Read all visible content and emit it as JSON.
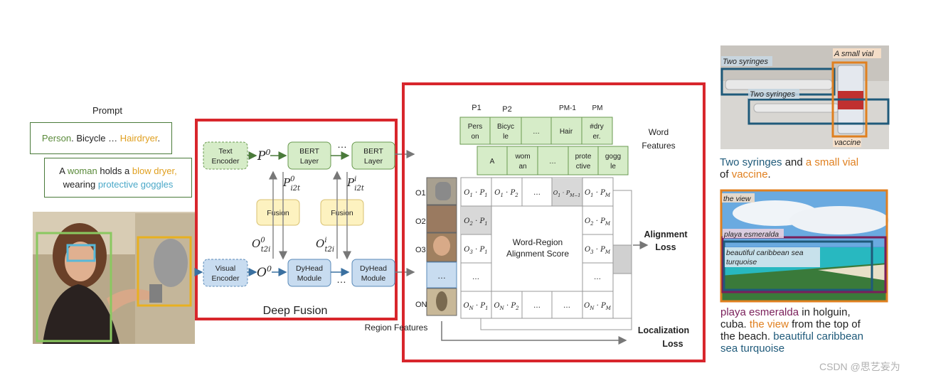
{
  "prompt": {
    "title": "Prompt",
    "line1": [
      {
        "text": "Person",
        "color": "#5a8a3a"
      },
      {
        "text": ". Bicycle … ",
        "color": "#222222"
      },
      {
        "text": "Hairdryer",
        "color": "#e0a020"
      },
      {
        "text": ".",
        "color": "#222222"
      }
    ],
    "line2": [
      {
        "text": "A ",
        "color": "#222222"
      },
      {
        "text": "woman",
        "color": "#5a8a3a"
      },
      {
        "text": " holds a ",
        "color": "#222222"
      },
      {
        "text": "blow dryer,",
        "color": "#e0a020"
      }
    ],
    "line3": [
      {
        "text": "wearing ",
        "color": "#222222"
      },
      {
        "text": "protective goggles",
        "color": "#4aa8c8"
      }
    ]
  },
  "deep_fusion": {
    "title": "Deep Fusion",
    "text_encoder": "Text\nEncoder",
    "visual_encoder": "Visual\nEncoder",
    "bert_layer": "BERT\nLayer",
    "fusion": "Fusion",
    "dyhead": "DyHead\nModule",
    "ellipsis": "…"
  },
  "alignment": {
    "p_labels": [
      "P1",
      "P2",
      "",
      "PM-1",
      "PM"
    ],
    "row1_tokens": [
      "Pers\non",
      "Bicyc\nle",
      "…",
      "Hair",
      "#dry\ner."
    ],
    "row2_tokens": [
      "A",
      "wom\nan",
      "…",
      "prote\nctive",
      "gogg\nle"
    ],
    "word_features": "Word\nFeatures",
    "region_features": "Region Features",
    "o_labels": [
      "O1",
      "O2",
      "O3",
      "",
      "ON"
    ],
    "center_label": "Word-Region\nAlignment Score",
    "alignment_loss": "Alignment\nLoss",
    "localization_loss": "Localization\nLoss",
    "cells": {
      "r1": [
        "O1 · P1",
        "O1 · P2",
        "…",
        "O1 · PM-1",
        "O1 · PM"
      ],
      "r2": [
        "O2 · P1",
        "O2 · PM"
      ],
      "r3": [
        "O3 · P1",
        "O3 · PM"
      ],
      "r4": [
        "…",
        "…"
      ],
      "r5": [
        "ON · P1",
        "ON · P2",
        "…",
        "…",
        "ON · PM"
      ]
    }
  },
  "examples": {
    "img1_labels": [
      "Two syringes",
      "Two syringes",
      "A small vial",
      "vaccine"
    ],
    "caption1": [
      {
        "text": "Two syringes",
        "color": "#1f5a7a"
      },
      {
        "text": " and ",
        "color": "#222222"
      },
      {
        "text": "a small vial",
        "color": "#e08020"
      },
      {
        "text": "\nof ",
        "color": "#222222"
      },
      {
        "text": "vaccine",
        "color": "#e08020"
      },
      {
        "text": ".",
        "color": "#222222"
      }
    ],
    "img2_labels": [
      "the view",
      "playa esmeralda",
      "beautiful caribbean sea\nturquoise"
    ],
    "caption2": [
      {
        "text": "playa esmeralda",
        "color": "#7a1f5a"
      },
      {
        "text": " in holguin,\ncuba. ",
        "color": "#222222"
      },
      {
        "text": "the view",
        "color": "#e08020"
      },
      {
        "text": " from the top of\nthe beach. ",
        "color": "#222222"
      },
      {
        "text": "beautiful caribbean\nsea turquoise",
        "color": "#1f5a7a"
      }
    ]
  },
  "watermark": "CSDN @思艺妄为",
  "colors": {
    "red_frame": "#d8262c",
    "green_box": "#d6ecc8",
    "blue_box": "#c8dcf0",
    "yellow_box": "#fdf2c0"
  }
}
